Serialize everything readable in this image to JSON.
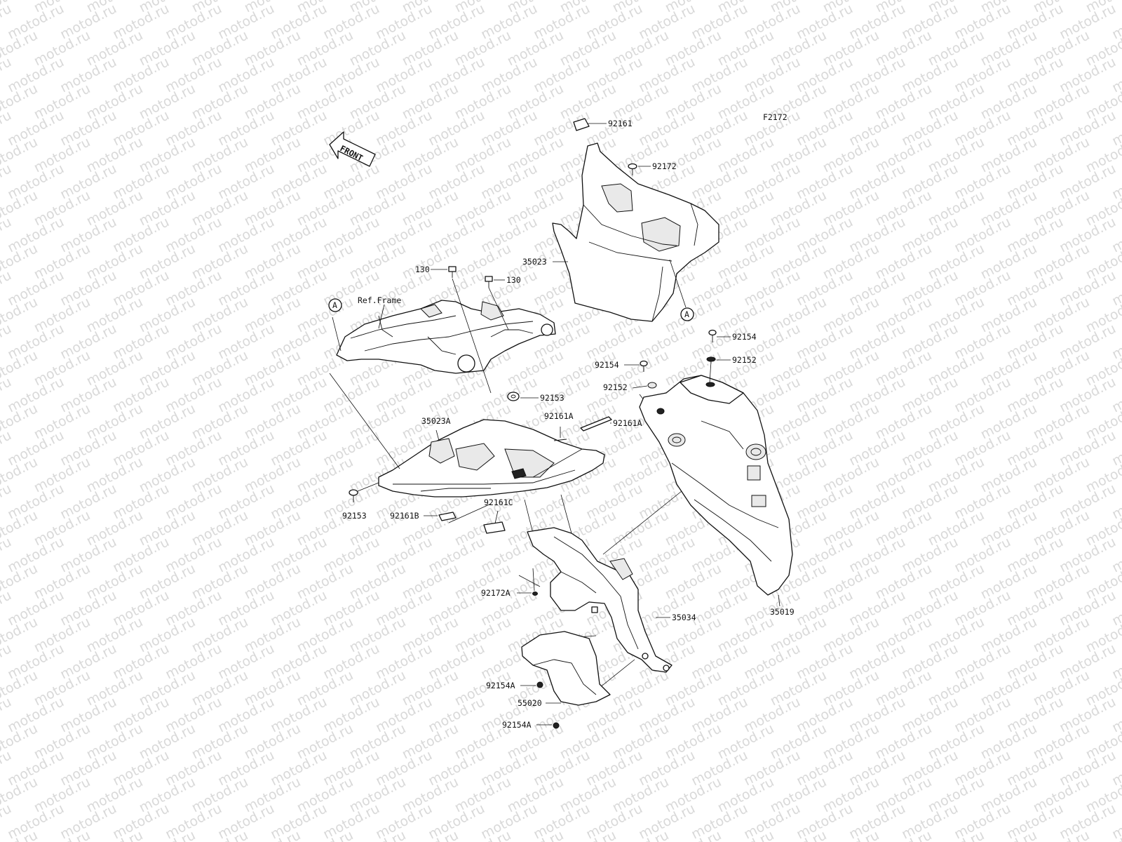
{
  "watermark": {
    "text": "motod.ru"
  },
  "diagram_code": "F2172",
  "front_arrow": {
    "text": "FRONT",
    "icon": "front-arrow-icon"
  },
  "frame_reference": {
    "text": "Ref.Frame"
  },
  "callout_markers": [
    {
      "text": "A"
    },
    {
      "text": "A"
    }
  ],
  "part_labels": [
    {
      "id": "92161"
    },
    {
      "id": "92172"
    },
    {
      "id": "35023"
    },
    {
      "id": "130"
    },
    {
      "id": "130"
    },
    {
      "id": "92154"
    },
    {
      "id": "92152"
    },
    {
      "id": "92154"
    },
    {
      "id": "92152"
    },
    {
      "id": "92153"
    },
    {
      "id": "35023A"
    },
    {
      "id": "92161A"
    },
    {
      "id": "92161A"
    },
    {
      "id": "92153"
    },
    {
      "id": "92161B"
    },
    {
      "id": "92161C"
    },
    {
      "id": "92172A"
    },
    {
      "id": "35034"
    },
    {
      "id": "35019"
    },
    {
      "id": "92154A"
    },
    {
      "id": "55020"
    },
    {
      "id": "92154A"
    }
  ]
}
